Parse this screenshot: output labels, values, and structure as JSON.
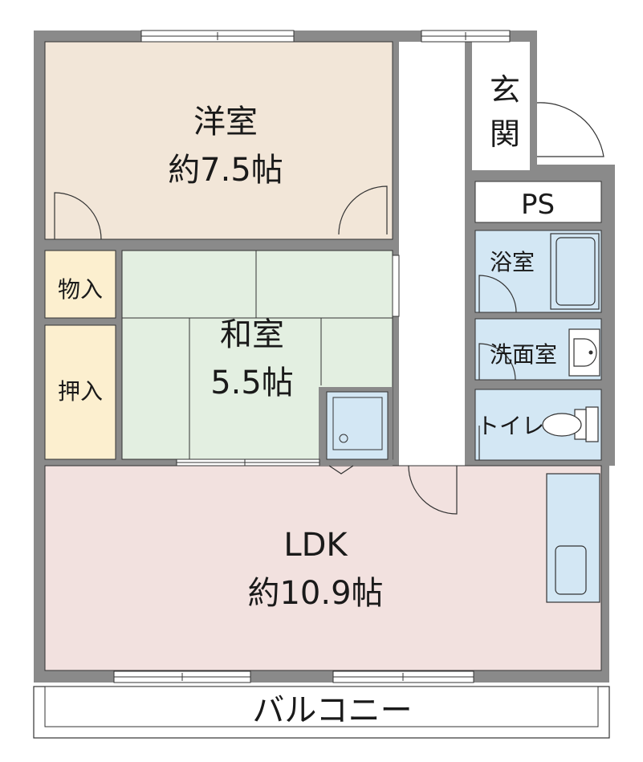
{
  "rooms": {
    "western": {
      "name": "洋室",
      "size": "約7.5帖"
    },
    "japanese": {
      "name": "和室",
      "size": "5.5帖"
    },
    "ldk": {
      "name": "LDK",
      "size": "約10.9帖"
    },
    "entrance": {
      "line1": "玄",
      "line2": "関"
    },
    "ps": {
      "name": "PS"
    },
    "bath": {
      "name": "浴室"
    },
    "washroom": {
      "name": "洗面室"
    },
    "toilet": {
      "name": "トイレ"
    },
    "storage": {
      "name": "物入"
    },
    "closet": {
      "name": "押入"
    },
    "balcony": {
      "name": "バルコニー"
    }
  },
  "colors": {
    "wall": "#8a8a8a",
    "western": "#f2e6d8",
    "japanese": "#e3efe1",
    "ldk": "#f2e1df",
    "storage": "#fcefcf",
    "wet": "#d3e7f4",
    "corridor": "#ffffff"
  }
}
